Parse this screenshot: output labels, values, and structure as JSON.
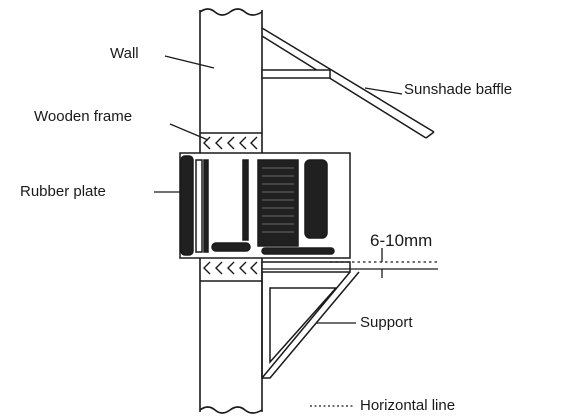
{
  "labels": {
    "wall": "Wall",
    "sunshade_baffle": "Sunshade baffle",
    "wooden_frame": "Wooden frame",
    "rubber_plate": "Rubber plate",
    "gap": "6-10mm",
    "support": "Support",
    "horizontal_line": "Horizontal line"
  },
  "colors": {
    "line": "#1a1a1a",
    "unit_dark": "#202020",
    "background": "#ffffff"
  }
}
